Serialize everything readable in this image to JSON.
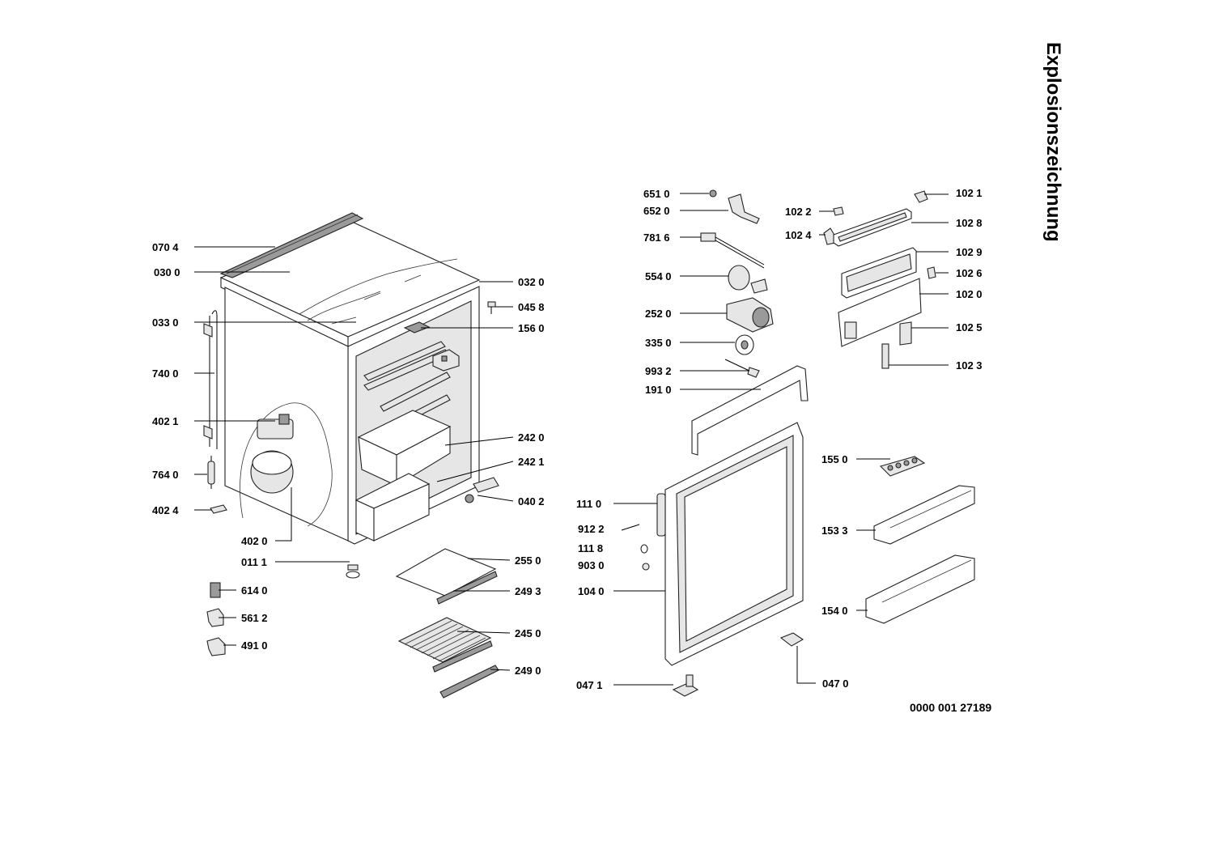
{
  "title": "Explosionszeichnung",
  "document_number": "0000 001 27189",
  "labels": {
    "l0704": "070 4",
    "l0300": "030 0",
    "l0330": "033 0",
    "l7400": "740 0",
    "l4021": "402 1",
    "l7640": "764 0",
    "l4024": "402 4",
    "l4020": "402 0",
    "l0111": "011 1",
    "l6140": "614 0",
    "l5612": "561 2",
    "l4910": "491 0",
    "l0320": "032 0",
    "l0458": "045 8",
    "l1560": "156 0",
    "l2420": "242 0",
    "l2421": "242 1",
    "l0402": "040 2",
    "l2550": "255 0",
    "l2493": "249 3",
    "l2450": "245 0",
    "l2490": "249 0",
    "l6510": "651 0",
    "l6520": "652 0",
    "l7816": "781 6",
    "l5540": "554 0",
    "l2520": "252 0",
    "l3350": "335 0",
    "l9932": "993 2",
    "l1910": "191 0",
    "l1110": "111 0",
    "l9122": "912 2",
    "l1118": "111 8",
    "l9030": "903 0",
    "l1040": "104 0",
    "l0471": "047 1",
    "l0470": "047 0",
    "l1022": "102 2",
    "l1024": "102 4",
    "l1021": "102 1",
    "l1028": "102 8",
    "l1029": "102 9",
    "l1026": "102 6",
    "l1020": "102 0",
    "l1025": "102 5",
    "l1023": "102 3",
    "l1550": "155 0",
    "l1533": "153 3",
    "l1540": "154 0"
  }
}
